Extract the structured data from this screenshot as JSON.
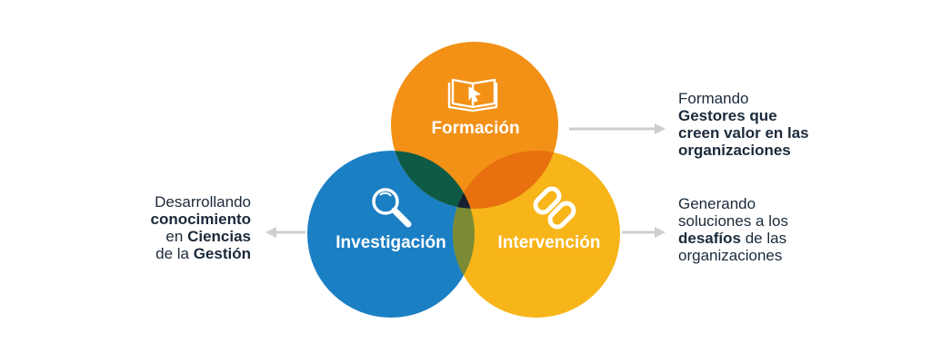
{
  "colors": {
    "formacion": "#f29116",
    "investigacion": "#1b7fc4",
    "intervencion": "#f7b519",
    "overlap_formacion_investigacion": "#0d5a46",
    "overlap_formacion_intervencion": "#e8700e",
    "overlap_investigacion_intervencion": "#7b8b33",
    "overlap_center": "#152033",
    "arrow": "#cfcfcf",
    "text": "#1b2a3a"
  },
  "circles": {
    "formacion": {
      "label": "Formación",
      "icon": "book-cursor-icon"
    },
    "investigacion": {
      "label": "Investigación",
      "icon": "magnifier-icon"
    },
    "intervencion": {
      "label": "Intervención",
      "icon": "chain-link-icon"
    }
  },
  "side_texts": {
    "left": {
      "line1": "Desarrollando",
      "line2_bold": "conocimiento",
      "line3_pre": "en ",
      "line3_bold": "Ciencias",
      "line4_pre": "de la ",
      "line4_bold": "Gestión"
    },
    "top_right": {
      "line1": "Formando",
      "line2_bold": "Gestores que",
      "line3_bold": "creen valor en las",
      "line4_bold": "organizaciones"
    },
    "bottom_right": {
      "line1": "Generando",
      "line2": "soluciones a los",
      "line3_bold": "desafíos",
      "line3_post": " de las",
      "line4": "organizaciones"
    }
  }
}
